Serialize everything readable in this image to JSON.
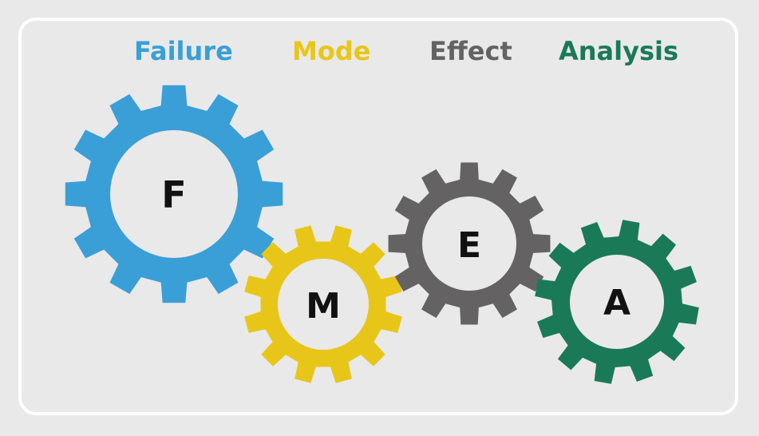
{
  "title_words": [
    {
      "text": "Failure",
      "color": "#3a9fd6"
    },
    {
      "text": "Mode",
      "color": "#e8c619"
    },
    {
      "text": "Effect",
      "color": "#646262"
    },
    {
      "text": "Analysis",
      "color": "#1a7a58"
    }
  ],
  "gears": [
    {
      "letter": "F",
      "color": "#3a9fd6",
      "teeth": 12
    },
    {
      "letter": "M",
      "color": "#e8c619",
      "teeth": 12
    },
    {
      "letter": "E",
      "color": "#646262",
      "teeth": 12
    },
    {
      "letter": "A",
      "color": "#1a7a58",
      "teeth": 12
    }
  ]
}
